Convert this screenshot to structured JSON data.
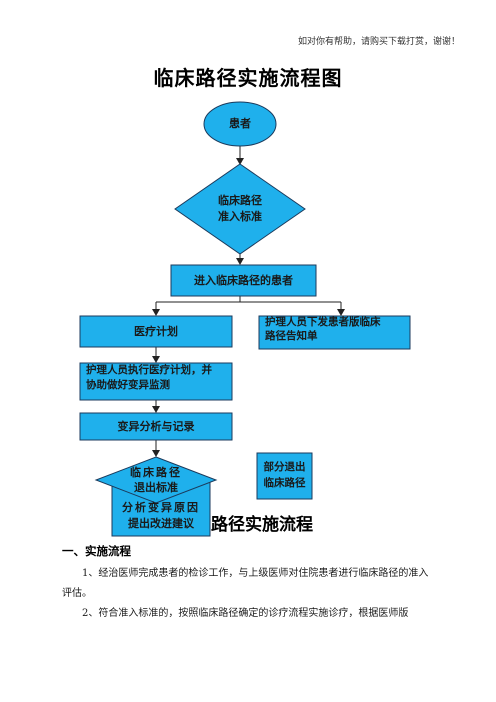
{
  "header_note": "如对你有帮助，请购买下载打赏，谢谢！",
  "title": "临床路径实施流程图",
  "flowchart": {
    "patient": "患者",
    "entry_criteria": [
      "临床路径",
      "准入标准"
    ],
    "entered_patients": "进入临床路径的患者",
    "medical_plan": "医疗计划",
    "nursing_notice": [
      "护理人员下发患者版临床",
      "路径告知单"
    ],
    "nursing_execute": [
      "护理人员执行医疗计划，并",
      "协助做好变异监测"
    ],
    "variance_record": "变异分析与记录",
    "exit_criteria": [
      "临床路径",
      "退出标准"
    ],
    "partial_exit": [
      "部分退出",
      "临床路径"
    ],
    "hidden_box": [
      "分析变异原因",
      "提出改进建议"
    ]
  },
  "overlap_title_fragment": "路径实施流程",
  "section_heading": "一、实施流程",
  "paragraphs": [
    "1、经治医师完成患者的检诊工作，与上级医师对住院患者进行临床路径的准入评估。",
    "2、符合准入标准的，按照临床路径确定的诊疗流程实施诊疗，根据医师版"
  ],
  "colors": {
    "node_fill": "#1fb0ec",
    "node_stroke": "#1b3a5c",
    "line": "#222222"
  }
}
